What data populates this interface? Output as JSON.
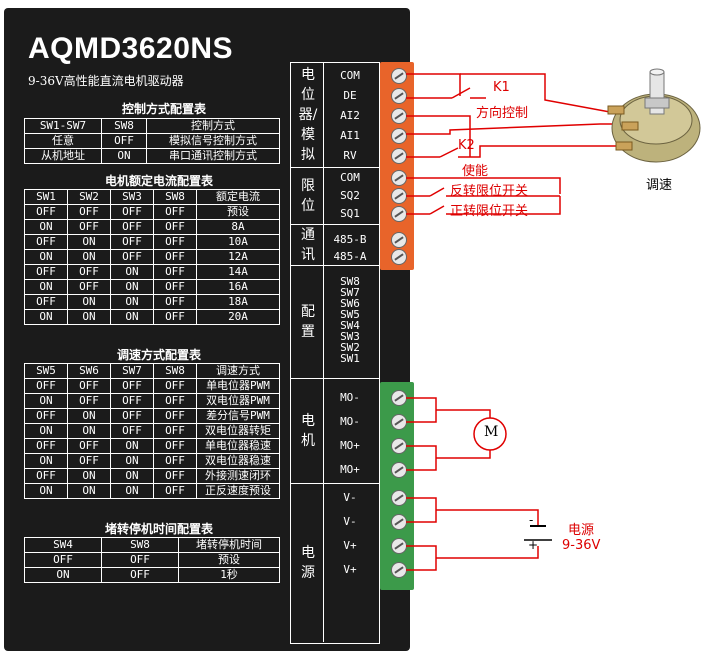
{
  "header": {
    "model": "AQMD3620NS",
    "subtitle": "9-36V高性能直流电机驱动器"
  },
  "control_mode_table": {
    "title": "控制方式配置表",
    "headers": [
      "SW1-SW7",
      "SW8",
      "控制方式"
    ],
    "rows": [
      [
        "任意",
        "OFF",
        "模拟信号控制方式"
      ],
      [
        "从机地址",
        "ON",
        "串口通讯控制方式"
      ]
    ]
  },
  "current_table": {
    "title": "电机额定电流配置表",
    "headers": [
      "SW1",
      "SW2",
      "SW3",
      "SW8",
      "额定电流"
    ],
    "rows": [
      [
        "OFF",
        "OFF",
        "OFF",
        "OFF",
        "预设"
      ],
      [
        "ON",
        "OFF",
        "OFF",
        "OFF",
        "8A"
      ],
      [
        "OFF",
        "ON",
        "OFF",
        "OFF",
        "10A"
      ],
      [
        "ON",
        "ON",
        "OFF",
        "OFF",
        "12A"
      ],
      [
        "OFF",
        "OFF",
        "ON",
        "OFF",
        "14A"
      ],
      [
        "ON",
        "OFF",
        "ON",
        "OFF",
        "16A"
      ],
      [
        "OFF",
        "ON",
        "ON",
        "OFF",
        "18A"
      ],
      [
        "ON",
        "ON",
        "ON",
        "OFF",
        "20A"
      ]
    ]
  },
  "speed_table": {
    "title": "调速方式配置表",
    "headers": [
      "SW5",
      "SW6",
      "SW7",
      "SW8",
      "调速方式"
    ],
    "rows": [
      [
        "OFF",
        "OFF",
        "OFF",
        "OFF",
        "单电位器PWM"
      ],
      [
        "ON",
        "OFF",
        "OFF",
        "OFF",
        "双电位器PWM"
      ],
      [
        "OFF",
        "ON",
        "OFF",
        "OFF",
        "差分信号PWM"
      ],
      [
        "ON",
        "ON",
        "OFF",
        "OFF",
        "双电位器转矩"
      ],
      [
        "OFF",
        "OFF",
        "ON",
        "OFF",
        "单电位器稳速"
      ],
      [
        "ON",
        "OFF",
        "ON",
        "OFF",
        "双电位器稳速"
      ],
      [
        "OFF",
        "ON",
        "ON",
        "OFF",
        "外接测速闭环"
      ],
      [
        "ON",
        "ON",
        "ON",
        "OFF",
        "正反速度预设"
      ]
    ]
  },
  "stall_table": {
    "title": "堵转停机时间配置表",
    "headers": [
      "SW4",
      "SW8",
      "堵转停机时间"
    ],
    "rows": [
      [
        "OFF",
        "OFF",
        "预设"
      ],
      [
        "ON",
        "OFF",
        "1秒"
      ]
    ]
  },
  "terminals": {
    "potentiometer": {
      "label": "电位器/模拟",
      "pins": [
        "COM",
        "DE",
        "AI2",
        "AI1",
        "RV"
      ]
    },
    "limit": {
      "label": "限位",
      "pins": [
        "COM",
        "SQ2",
        "SQ1"
      ]
    },
    "comm": {
      "label": "通讯",
      "pins": [
        "485-B",
        "485-A"
      ]
    },
    "config": {
      "label": "配置",
      "pins": [
        "SW8",
        "SW7",
        "SW6",
        "SW5",
        "SW4",
        "SW3",
        "SW2",
        "SW1"
      ]
    },
    "motor": {
      "label": "电机",
      "pins": [
        "MO-",
        "MO-",
        "MO+",
        "MO+"
      ]
    },
    "power": {
      "label": "电源",
      "pins": [
        "V-",
        "V-",
        "V+",
        "V+"
      ]
    }
  },
  "wiring": {
    "k1": "K1",
    "direction": "方向控制",
    "k2": "K2",
    "enable": "使能",
    "reverse_limit": "反转限位开关",
    "forward_limit": "正转限位开关",
    "motor_symbol": "M",
    "pot_label": "调速",
    "power_label": "电源",
    "power_range": "9-36V",
    "minus": "-",
    "plus": "+"
  },
  "colors": {
    "panel": "#1b1b1b",
    "orange_terminal": "#e8642a",
    "green_terminal": "#3c9a4a",
    "wire": "#e00000"
  }
}
